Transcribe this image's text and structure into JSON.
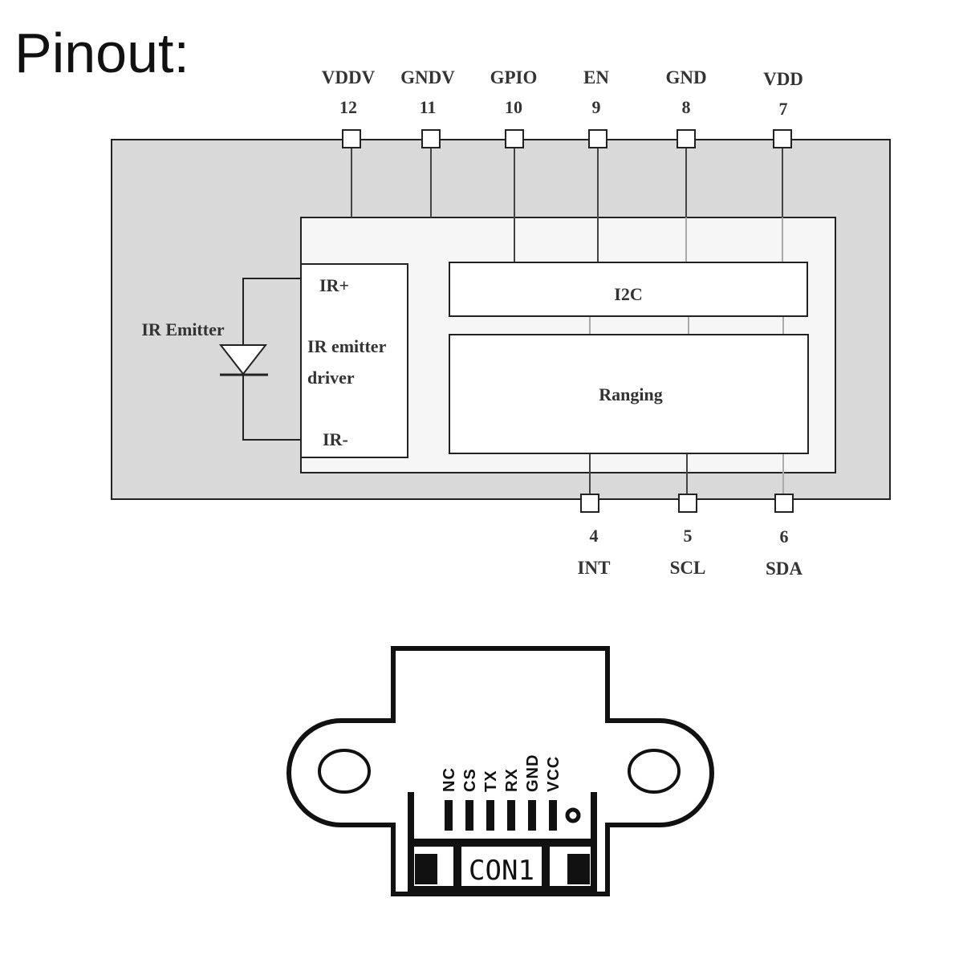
{
  "title": "Pinout:",
  "chip": {
    "top_pins": [
      {
        "name": "VDDV",
        "number": "12"
      },
      {
        "name": "GNDV",
        "number": "11"
      },
      {
        "name": "GPIO",
        "number": "10"
      },
      {
        "name": "EN",
        "number": "9"
      },
      {
        "name": "GND",
        "number": "8"
      },
      {
        "name": "VDD",
        "number": "7"
      }
    ],
    "bottom_pins": [
      {
        "name": "INT",
        "number": "4"
      },
      {
        "name": "SCL",
        "number": "5"
      },
      {
        "name": "SDA",
        "number": "6"
      }
    ],
    "ir_emitter_label": "IR Emitter",
    "driver": {
      "ir_plus": "IR+",
      "line1": "IR emitter",
      "line2": "driver",
      "ir_minus": "IR-"
    },
    "i2c_label": "I2C",
    "ranging_label": "Ranging"
  },
  "connector": {
    "pins": [
      "NC",
      "CS",
      "TX",
      "RX",
      "GND",
      "VCC"
    ],
    "label": "CON1"
  },
  "colors": {
    "outer_fill": "#d9d9d9",
    "inner_fill": "#f6f6f6",
    "line": "#222222"
  }
}
